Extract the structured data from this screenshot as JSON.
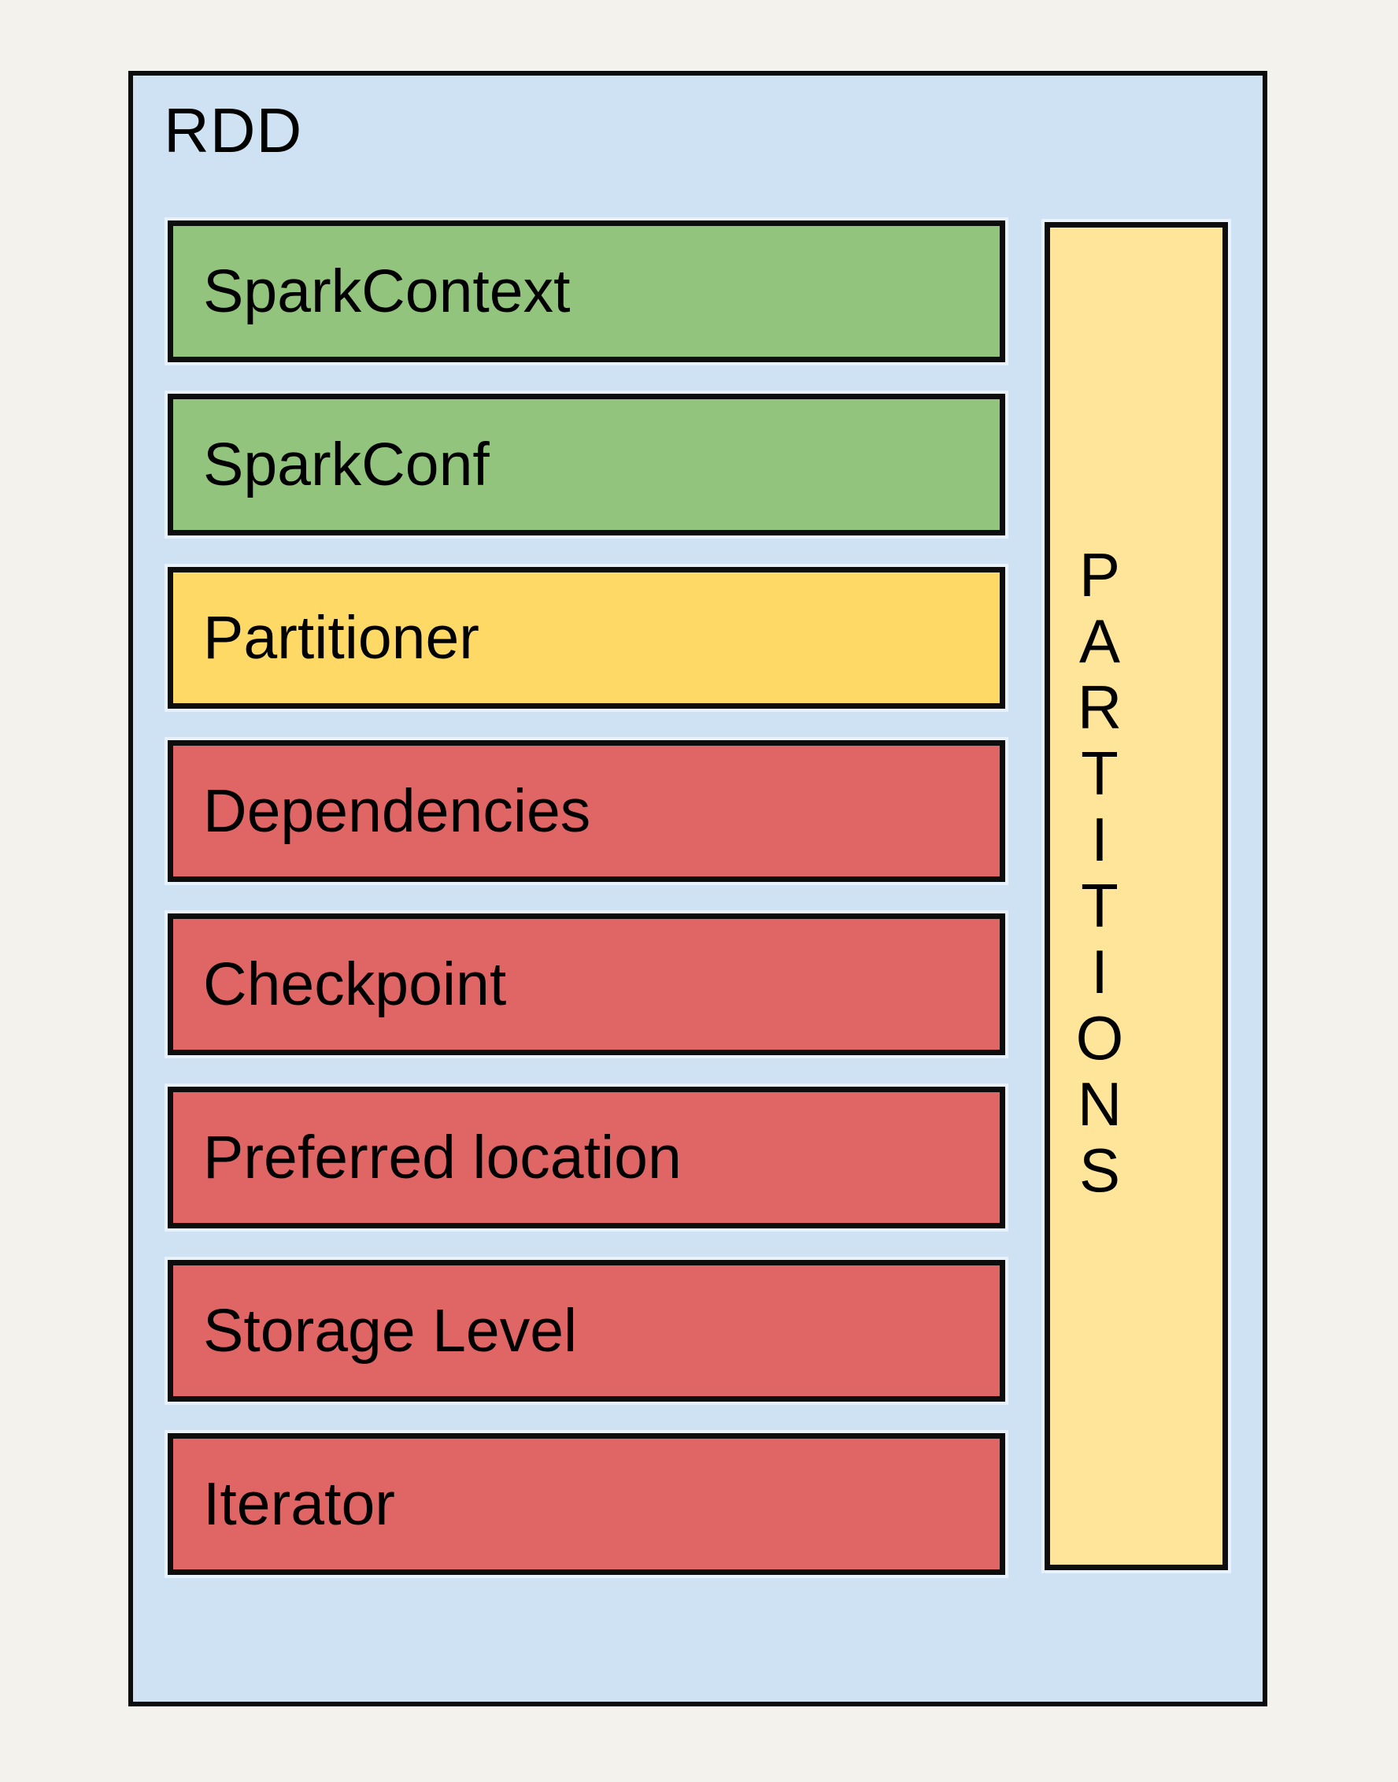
{
  "page": {
    "background_color": "#f4f2ed"
  },
  "diagram": {
    "title": "RDD",
    "container_color": "#cfe2f3",
    "border_color": "#0d0d0d",
    "attributes": [
      {
        "label": "SparkContext",
        "color": "#93c47d"
      },
      {
        "label": "SparkConf",
        "color": "#93c47d"
      },
      {
        "label": "Partitioner",
        "color": "#ffd966"
      },
      {
        "label": "Dependencies",
        "color": "#e06666"
      },
      {
        "label": "Checkpoint",
        "color": "#e06666"
      },
      {
        "label": "Preferred location",
        "color": "#e06666"
      },
      {
        "label": "Storage Level",
        "color": "#e06666"
      },
      {
        "label": "Iterator",
        "color": "#e06666"
      }
    ],
    "partitions": {
      "label": "PARTITIONS",
      "color": "#ffe599"
    }
  }
}
